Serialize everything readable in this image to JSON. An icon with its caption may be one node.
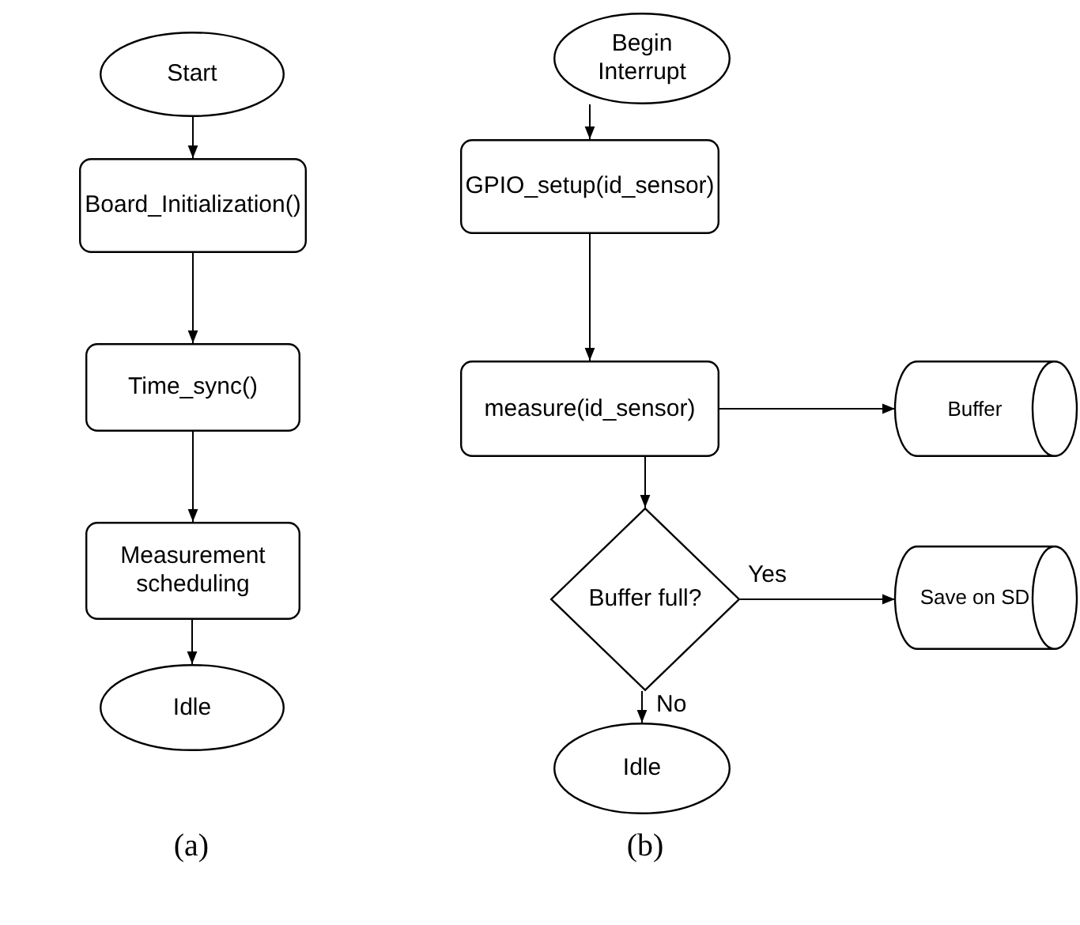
{
  "diagram": {
    "nodes": [
      {
        "text": [
          "Start"
        ]
      },
      {
        "text": [
          "Board_Initialization()"
        ]
      },
      {
        "text": [
          "Time_sync()"
        ]
      },
      {
        "text": [
          "Measurement scheduling"
        ]
      },
      {
        "text": [
          "Idle"
        ]
      },
      {
        "text": [
          "Begin Interrupt"
        ]
      },
      {
        "text": [
          "GPIO_setup(id_sensor)"
        ]
      },
      {
        "text": [
          "measure(id_sensor)"
        ]
      },
      {
        "text": [
          "Buffer"
        ]
      },
      {
        "text": [
          "Buffer full?"
        ]
      },
      {
        "text": [
          "Save on SD"
        ]
      },
      {
        "text": [
          "Idle"
        ]
      }
    ],
    "edges": [
      {
        "from": 0,
        "to": 1,
        "arrow": "to"
      },
      {
        "from": 1,
        "to": 2,
        "arrow": "to"
      },
      {
        "from": 2,
        "to": 3,
        "arrow": "to"
      },
      {
        "from": 3,
        "to": 4,
        "arrow": "to"
      },
      {
        "from": 5,
        "to": 6,
        "arrow": "to"
      },
      {
        "from": 6,
        "to": 7,
        "arrow": "to"
      },
      {
        "from": 7,
        "to": 8,
        "arrow": "to"
      },
      {
        "from": 7,
        "to": 9,
        "arrow": "to"
      },
      {
        "from": 9,
        "to": 10,
        "label": "Yes",
        "arrow": "to"
      },
      {
        "from": 9,
        "to": 11,
        "label": "No",
        "arrow": "to"
      }
    ],
    "labels": [
      "(a)",
      "(b)"
    ]
  }
}
